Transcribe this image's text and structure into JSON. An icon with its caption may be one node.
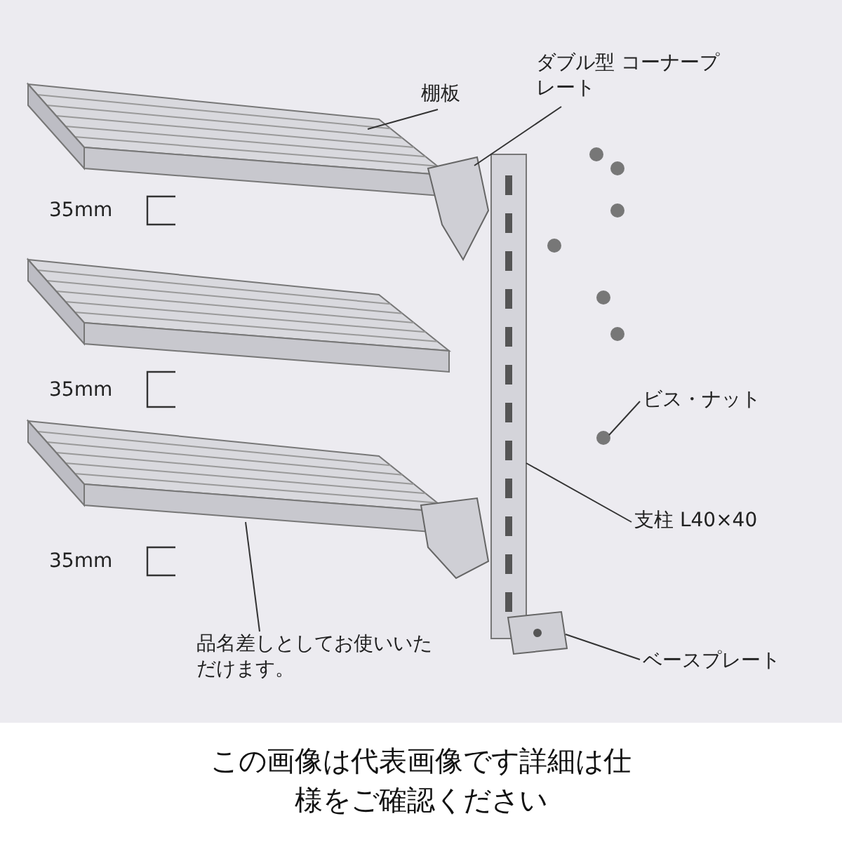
{
  "diagram": {
    "caption": "この画像は代表画像です詳細は仕様をご確認ください",
    "nodes": [
      {
        "text": [
          "棚板"
        ]
      },
      {
        "text": [
          "ダブル型 コーナープレート"
        ]
      },
      {
        "text": [
          "ビス・ナット"
        ]
      },
      {
        "text": [
          "支柱 L40×40"
        ]
      },
      {
        "text": [
          "ベースプレート"
        ]
      },
      {
        "text": [
          "品名差しとしてお使いいただけます。"
        ]
      },
      {
        "text": [],
        "shape": "picture"
      },
      {
        "text": [],
        "shape": "picture"
      },
      {
        "text": [],
        "shape": "circle"
      },
      {
        "text": [],
        "shape": "picture"
      },
      {
        "text": [],
        "shape": "picture"
      },
      {
        "text": [],
        "shape": "box"
      }
    ],
    "edges": [
      {
        "from": 0,
        "to": 6,
        "arrow": "none"
      },
      {
        "from": 1,
        "to": 7,
        "arrow": "none"
      },
      {
        "from": 2,
        "to": 8,
        "arrow": "none"
      },
      {
        "from": 3,
        "to": 9,
        "arrow": "none"
      },
      {
        "from": 4,
        "to": 10,
        "arrow": "none"
      },
      {
        "from": 5,
        "to": 11,
        "arrow": "none"
      }
    ],
    "labels": [
      "35mm",
      "35mm",
      "35mm"
    ]
  }
}
